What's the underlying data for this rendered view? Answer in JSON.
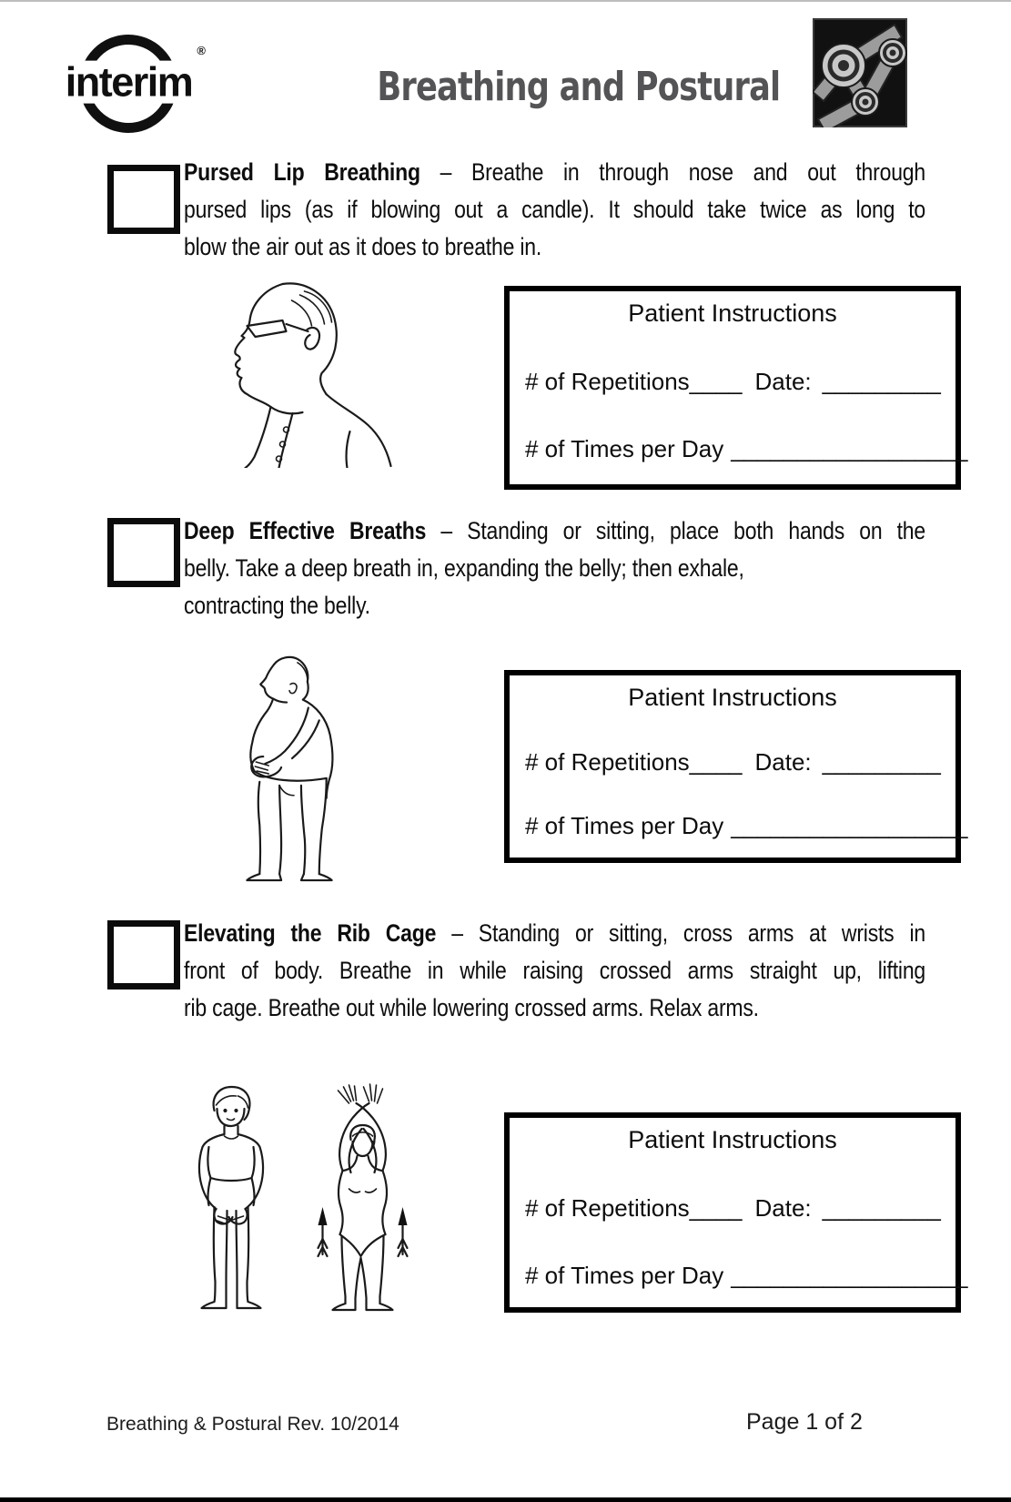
{
  "header": {
    "logo": {
      "text": "interim",
      "registered_mark": "®"
    },
    "title": "Breathing and Postural",
    "title_color": "#545456",
    "corner_icon": "mechanical-linkage-pulleys-icon"
  },
  "sections": [
    {
      "name": "pursed-lip-breathing",
      "checkbox_checked": false,
      "title": "Pursed Lip Breathing",
      "lines": [
        "– Breathe in through nose and out through",
        "pursed lips (as if blowing out a candle). It should take twice as long to",
        "blow the air out as it does to breathe in."
      ],
      "figure": "man-profile-pursed-lip-breathing",
      "box": {
        "title": "Patient Instructions",
        "reps_label": "# of Repetitions",
        "reps_blank": "____",
        "date_label": "Date:",
        "date_blank": "_________",
        "times_label": "# of Times per Day",
        "times_blank": "__________________"
      }
    },
    {
      "name": "deep-effective-breaths",
      "checkbox_checked": false,
      "title": "Deep Effective Breaths",
      "lines": [
        "– Standing or sitting, place both hands on the",
        "belly. Take a deep breath in, expanding the belly; then exhale,",
        "contracting the belly."
      ],
      "figure": "man-standing-hands-on-belly",
      "box": {
        "title": "Patient Instructions",
        "reps_label": "# of Repetitions",
        "reps_blank": "____",
        "date_label": "Date:",
        "date_blank": "_________",
        "times_label": "# of Times per Day",
        "times_blank": "__________________"
      }
    },
    {
      "name": "elevating-the-rib-cage",
      "checkbox_checked": false,
      "title": "Elevating the Rib Cage",
      "lines": [
        "– Standing or sitting, cross arms at wrists in",
        "front of body. Breathe in while raising crossed arms straight up, lifting",
        "rib cage. Breathe out while lowering crossed arms. Relax arms."
      ],
      "figure": "women-crossed-arms-raising",
      "box": {
        "title": "Patient Instructions",
        "reps_label": "# of Repetitions",
        "reps_blank": "____",
        "date_label": "Date:",
        "date_blank": "_________",
        "times_label": "# of Times per Day",
        "times_blank": "__________________"
      }
    }
  ],
  "footer": {
    "left": "Breathing & Postural Rev. 10/2014",
    "right": "Page 1 of 2"
  }
}
